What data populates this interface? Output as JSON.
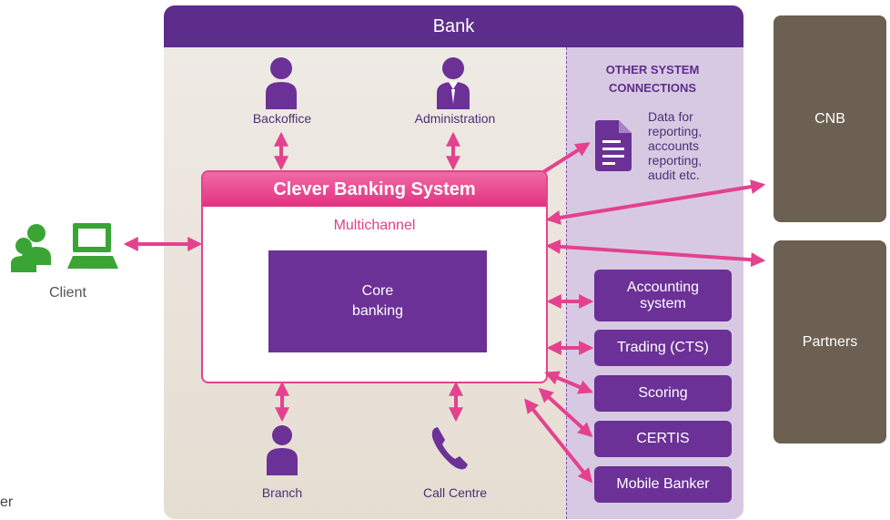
{
  "bank": {
    "title": "Bank"
  },
  "other_system": {
    "title_line1": "OTHER SYSTEM",
    "title_line2": "CONNECTIONS",
    "data_note": [
      "Data for",
      "reporting,",
      "accounts",
      "reporting,",
      "audit etc."
    ]
  },
  "cbs": {
    "title": "Clever Banking System",
    "multichannel": "Multichannel",
    "core_line1": "Core",
    "core_line2": "banking"
  },
  "roles": {
    "backoffice": "Backoffice",
    "administration": "Administration",
    "branch": "Branch",
    "call_centre": "Call Centre"
  },
  "client": {
    "label": "Client"
  },
  "external": {
    "cnb": "CNB",
    "partners": "Partners"
  },
  "systems": {
    "accounting": [
      "Accounting",
      "system"
    ],
    "trading": "Trading (CTS)",
    "scoring": "Scoring",
    "certis": "CERTIS",
    "mobile": "Mobile Banker"
  },
  "partial_text": "er",
  "colors": {
    "purple": "#5d2d8b",
    "pink": "#e4418f",
    "green": "#3aa535",
    "brown": "#6b6051"
  }
}
